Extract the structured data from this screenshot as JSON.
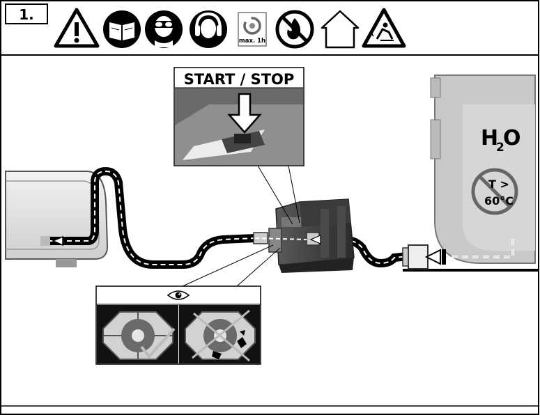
{
  "step_number": "1.",
  "icons": [
    {
      "name": "warning-triangle-icon"
    },
    {
      "name": "read-manual-icon"
    },
    {
      "name": "safety-goggles-icon"
    },
    {
      "name": "ear-protection-icon"
    },
    {
      "name": "max-runtime-icon",
      "label": "max. 1h"
    },
    {
      "name": "no-open-flame-icon"
    },
    {
      "name": "indoor-use-icon"
    },
    {
      "name": "slip-hazard-icon"
    }
  ],
  "start_stop_label": "START / STOP",
  "tank": {
    "h_label": "H",
    "sub_label": "2",
    "o_label": "O",
    "temp_line1": "T >",
    "temp_line2": "60°C"
  },
  "inspection": {
    "eye_icon": "eye-icon",
    "ok_state": "check-icon",
    "bad_state": "cross-icon"
  }
}
